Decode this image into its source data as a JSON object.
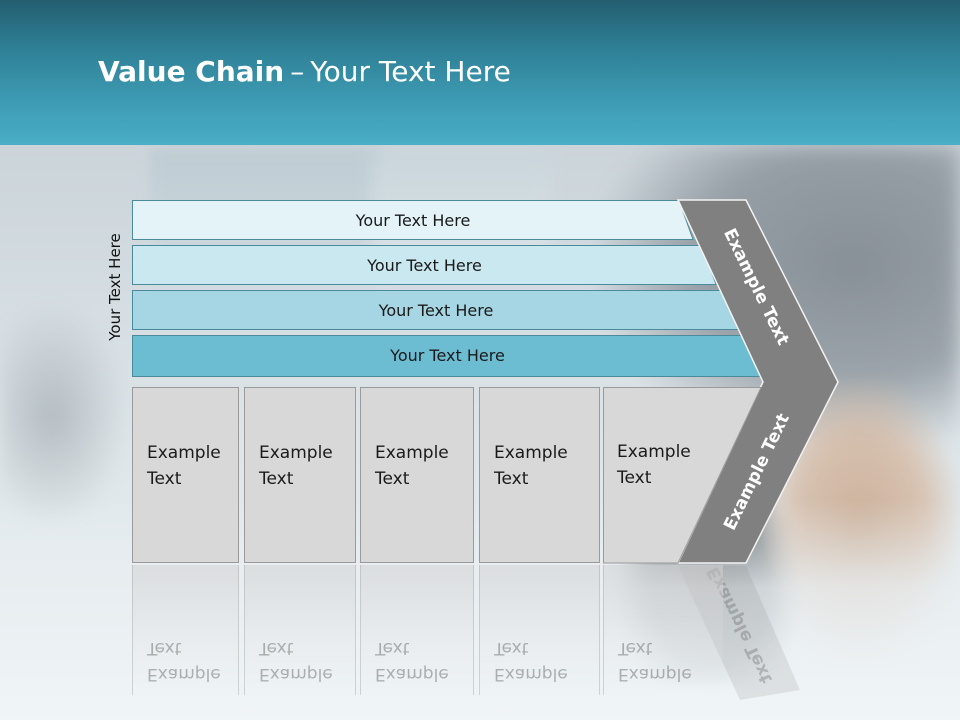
{
  "title": {
    "bold": "Value Chain",
    "separator": "–",
    "rest": "Your Text Here"
  },
  "side_label": "Your Text Here",
  "bars": [
    {
      "label": "Your Text Here",
      "color": "#e3f3f8"
    },
    {
      "label": "Your Text Here",
      "color": "#c9e8f0"
    },
    {
      "label": "Your Text Here",
      "color": "#a6d6e3"
    },
    {
      "label": "Your Text Here",
      "color": "#6cbcd2"
    }
  ],
  "boxes": [
    {
      "line1": "Example",
      "line2": "Text"
    },
    {
      "line1": "Example",
      "line2": "Text"
    },
    {
      "line1": "Example",
      "line2": "Text"
    },
    {
      "line1": "Example",
      "line2": "Text"
    },
    {
      "line1": "Example",
      "line2": "Text"
    }
  ],
  "chevron": {
    "top_label": "Example Text",
    "bottom_label": "Example Text",
    "color": "#808080"
  },
  "colors": {
    "header": "#2f8197",
    "box": "#d8d8d8"
  }
}
